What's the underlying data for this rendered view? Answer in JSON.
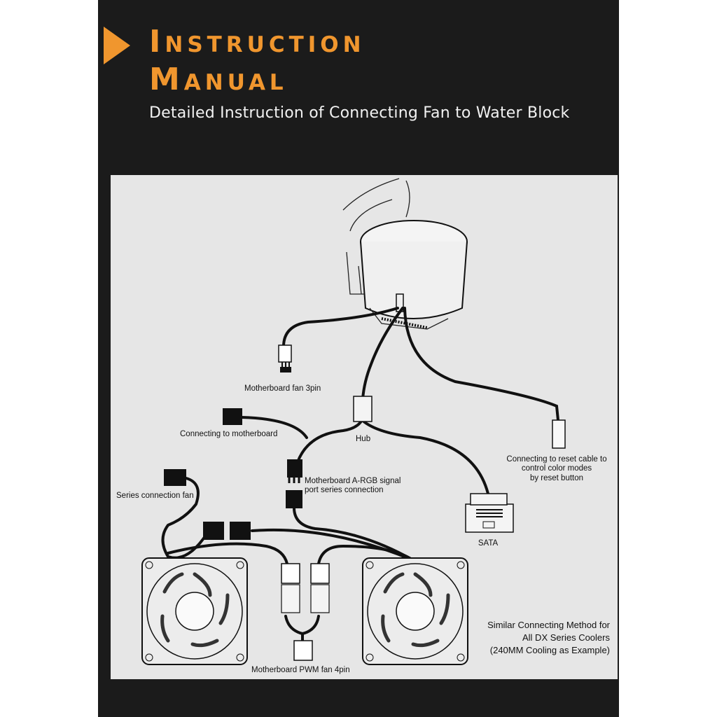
{
  "header": {
    "title_line1": "Instruction",
    "title_line2": "Manual",
    "subtitle": "Detailed Instruction of Connecting Fan to Water Block",
    "accent_color": "#f0962e"
  },
  "diagram": {
    "labels": {
      "fan_3pin": "Motherboard fan 3pin",
      "to_motherboard": "Connecting to motherboard",
      "hub": "Hub",
      "reset_line1": "Connecting to reset cable to",
      "reset_line2": "control color modes",
      "reset_line3": "by reset button",
      "argb_line1": "Motherboard A-RGB signal",
      "argb_line2": "port series connection",
      "series_fan": "Series connection fan",
      "sata": "SATA",
      "pwm_4pin": "Motherboard PWM fan 4pin"
    },
    "note": {
      "line1": "Similar Connecting Method for",
      "line2": "All DX Series Coolers",
      "line3": "(240MM Cooling as Example)"
    }
  }
}
